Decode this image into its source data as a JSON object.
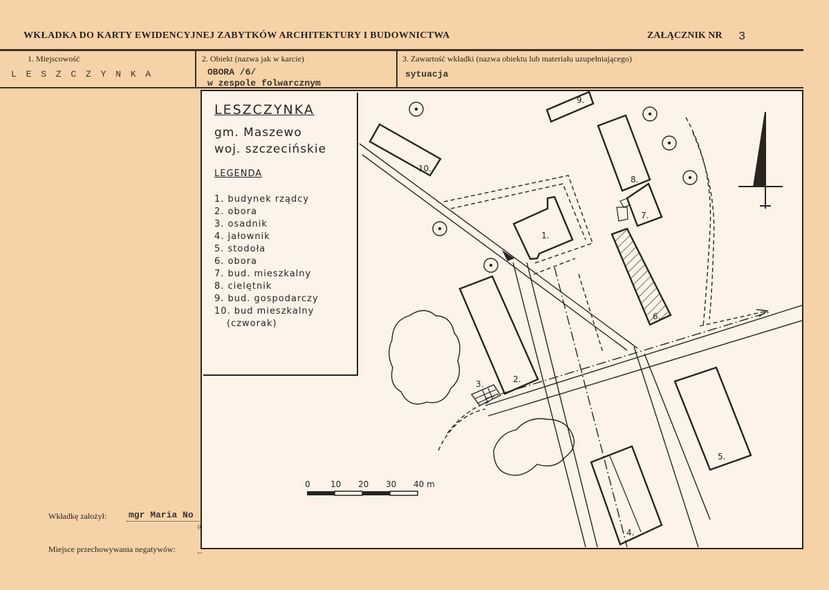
{
  "header": {
    "title": "WKŁADKA DO KARTY EWIDENCYJNEJ ZABYTKÓW ARCHITEKTURY I BUDOWNICTWA",
    "annex_label": "ZAŁĄCZNIK NR",
    "annex_number": "3"
  },
  "fields": {
    "locality_label": "1. Miejscowość",
    "locality_value": "L E S Z C Z Y N K A",
    "object_label": "2. Obiekt (nazwa jak w karcie)",
    "object_value_1": "OBORA /6/",
    "object_value_2": "w zespole folwarcznym",
    "content_label": "3. Zawartość wkładki (nazwa obiektu lub materiału uzupełniającego)",
    "content_value": "sytuacja"
  },
  "footer": {
    "author_label": "Wkładkę założył:",
    "author_value": "mgr Maria No",
    "author_sub": "(imię",
    "negatives_label": "Miejsce przechowywania negatywów:"
  },
  "map": {
    "title": "LESZCZYNKA",
    "sub1": "gm. Maszewo",
    "sub2": "woj. szczecińskie",
    "legend_heading": "LEGENDA",
    "legend_items": [
      "1. budynek rządcy",
      "2. obora",
      "3. osadnik",
      "4. jałownik",
      "5. stodoła",
      "6. obora",
      "7. bud. mieszkalny",
      "8. cielętnik",
      "9. bud. gospodarczy",
      "10. bud mieszkalny",
      "(czworak)"
    ],
    "building_labels": [
      "1.",
      "2.",
      "3.",
      "4.",
      "5.",
      "6.",
      "7.",
      "8.",
      "9.",
      "10."
    ],
    "scale_labels": [
      "0",
      "10",
      "20",
      "30",
      "40 m"
    ]
  },
  "colors": {
    "paper": "#f6d2a8",
    "map_paper": "#fdf3e8",
    "ink": "#2a2420"
  }
}
